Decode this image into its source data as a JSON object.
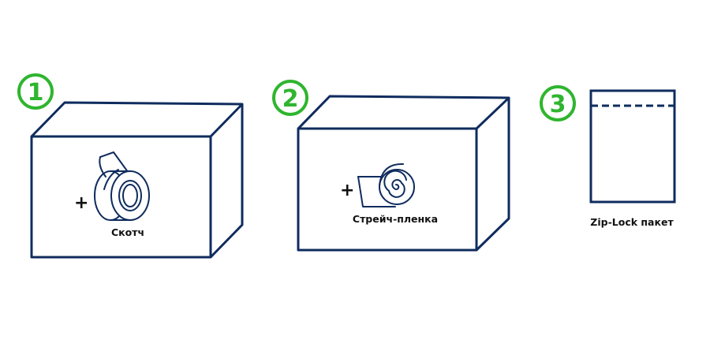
{
  "colors": {
    "outline": "#0f2c5e",
    "step_badge": "#2fb52f",
    "text": "#111111",
    "background": "#ffffff"
  },
  "steps": [
    {
      "number": "1",
      "plus": "+",
      "label": "Скотч",
      "icon": "tape-roll-icon"
    },
    {
      "number": "2",
      "plus": "+",
      "label": "Стрейч-пленка",
      "icon": "stretch-film-roll-icon"
    },
    {
      "number": "3",
      "label": "Zip-Lock пакет",
      "icon": "zip-lock-bag-icon"
    }
  ]
}
